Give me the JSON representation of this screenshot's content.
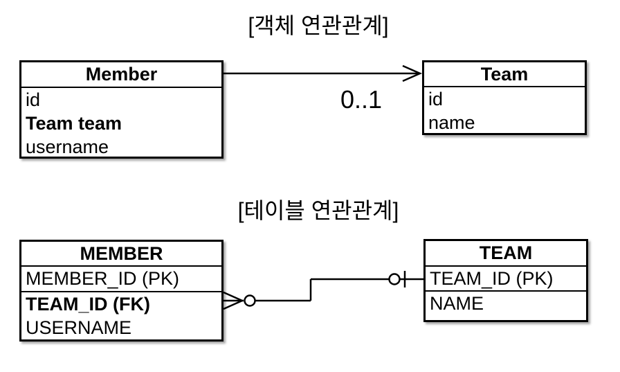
{
  "object_section": {
    "title": "[객체 연관관계]",
    "member_class": {
      "title": "Member",
      "fields": [
        "id",
        "Team team",
        "username"
      ]
    },
    "team_class": {
      "title": "Team",
      "fields": [
        "id",
        "name"
      ]
    },
    "association": {
      "multiplicity": "0..1",
      "direction": "member-to-team"
    }
  },
  "table_section": {
    "title": "[테이블 연관관계]",
    "member_table": {
      "title": "MEMBER",
      "pk_field": "MEMBER_ID (PK)",
      "fields": [
        "TEAM_ID (FK)",
        "USERNAME"
      ]
    },
    "team_table": {
      "title": "TEAM",
      "pk_field": "TEAM_ID (PK)",
      "fields": [
        "NAME"
      ]
    },
    "relationship": {
      "member_end": "zero-or-many",
      "team_end": "zero-or-one"
    }
  },
  "colors": {
    "background": "#ffffff",
    "line": "#000000",
    "text": "#000000"
  }
}
